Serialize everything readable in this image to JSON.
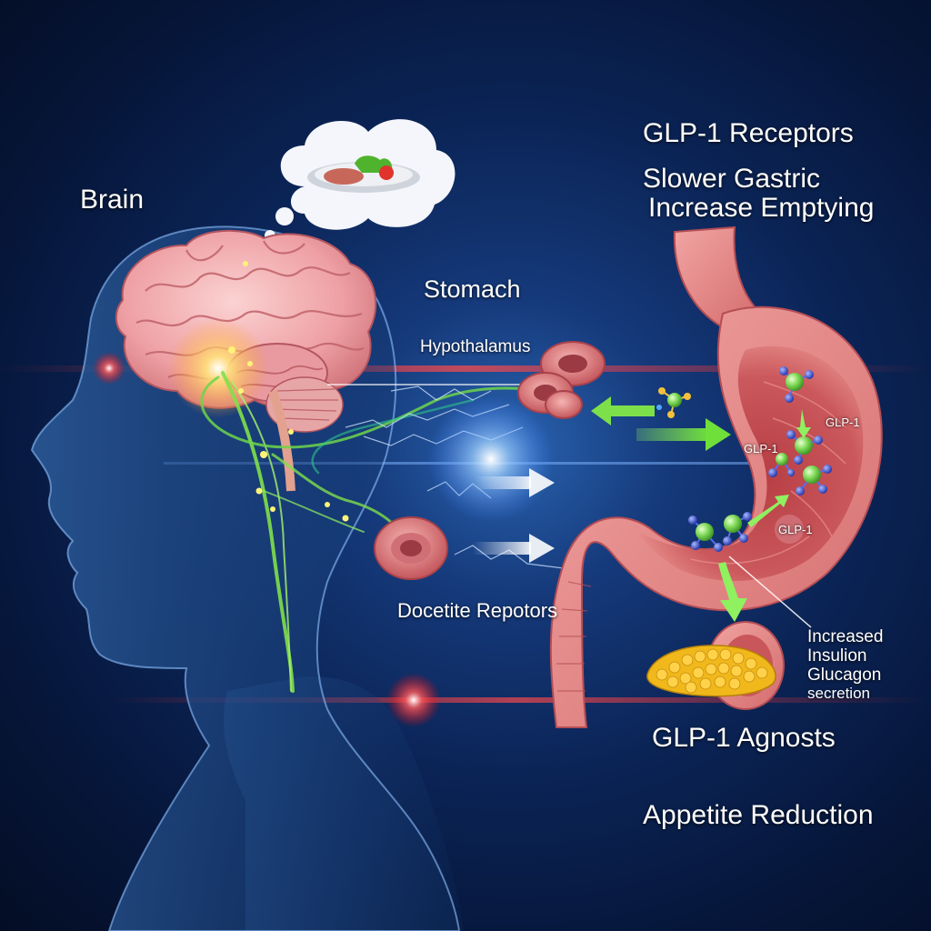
{
  "labels": {
    "brain": "Brain",
    "glp1_receptors": "GLP-1 Receptors",
    "slower_gastric": "Slower Gastric",
    "increase_emptying": "Increase Emptying",
    "stomach": "Stomach",
    "hypothalamus": "Hypothalamus",
    "docetite_repotors": "Docetite Repotors",
    "glp1_a": "GLP-1",
    "glp1_b": "GLP-1",
    "glp1_c": "GLP-1",
    "increased": "Increased",
    "insulion": "Insulion",
    "glucagon": "Glucagon",
    "secretion": "secretion",
    "glp1_agnosts": "GLP-1 Agnosts",
    "appetite_reduction": "Appetite Reduction"
  },
  "icons": {
    "thought": "thought-bubble-icon",
    "food": "food-plate-icon",
    "brain": "brain-icon",
    "stomach": "stomach-icon",
    "pancreas": "pancreas-icon",
    "molecule": "glp1-molecule-icon",
    "arrow": "arrow-right-icon"
  },
  "colors": {
    "background": "#0b2456",
    "brain": "#f1a3a6",
    "stomach": "#d9686a",
    "nerve": "#7fe04a",
    "arrow_green": "#7de04b",
    "molecule_green": "#7ed957",
    "molecule_blue": "#2c46c8",
    "pancreas": "#f1b81c",
    "flare_red": "#ff3a3a"
  }
}
